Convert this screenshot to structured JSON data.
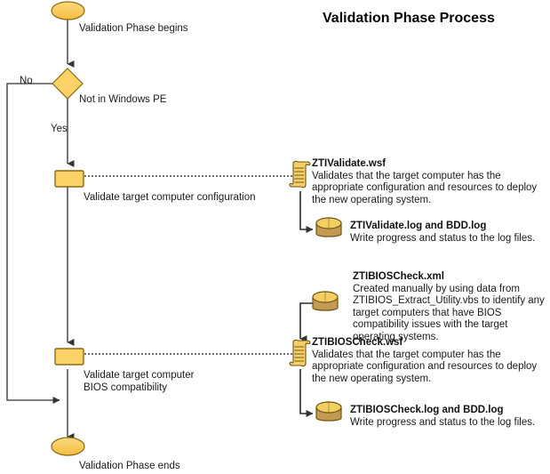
{
  "diagram": {
    "title": "Validation Phase Process",
    "colors": {
      "node_fill": "#FBD268",
      "node_stroke": "#8A6A12",
      "line": "#555555",
      "db_top": "#F2CF62",
      "db_body": "#C39A53",
      "scroll_fill": "#F7CF68",
      "text": "#1a1a1a"
    }
  },
  "flow": {
    "start_label": "Validation Phase begins",
    "decision_label": "Not in Windows PE",
    "branch_no": "No",
    "branch_yes": "Yes",
    "step1_label": "Validate target computer configuration",
    "step2_label": "Validate target computer BIOS compatibility",
    "end_label": "Validation Phase ends"
  },
  "annotations": [
    {
      "id": "ztivalidate-wsf",
      "icon": "script-icon",
      "heading": "ZTIValidate.wsf",
      "body": "Validates that the target computer has the appropriate configuration and resources to deploy the new operating system."
    },
    {
      "id": "ztivalidate-log",
      "icon": "database-icon",
      "heading": "ZTIValidate.log and BDD.log",
      "body": "Write progress and status to the log files."
    },
    {
      "id": "ztibioscheck-xml",
      "icon": "database-icon",
      "heading": "ZTIBIOSCheck.xml",
      "body": "Created manually by using data from ZTIBIOS_Extract_Utility.vbs to identify any target computers that have BIOS compatibility issues with the target operating systems."
    },
    {
      "id": "ztibioscheck-wsf",
      "icon": "script-icon",
      "heading": "ZTIBIOSCheck.wsf",
      "body": "Validates that the target computer has the appropriate configuration and resources to deploy the new operating system."
    },
    {
      "id": "ztibioscheck-log",
      "icon": "database-icon",
      "heading": "ZTIBIOSCheck.log and BDD.log",
      "body": "Write progress and status to the log files."
    }
  ]
}
